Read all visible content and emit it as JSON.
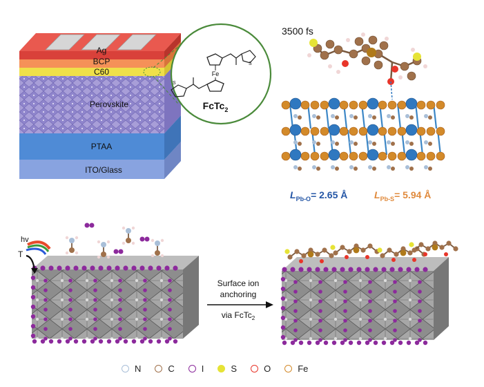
{
  "device_stack": {
    "layers": [
      "Ag",
      "BCP",
      "C60",
      "Perovskite",
      "PTAA",
      "ITO/Glass"
    ]
  },
  "molecule": {
    "name": "FcTc",
    "subscript": "2",
    "atom_label": "Fe"
  },
  "simulation": {
    "time_label": "3500 fs",
    "pbo_prefix": "L",
    "pbo_sub": "Pb-O",
    "pbo_value": "= 2.65 Å",
    "pbs_prefix": "L",
    "pbs_sub": "Pb-S",
    "pbs_value": "= 5.94 Å",
    "pbo_color": "#2456a6",
    "pbs_color": "#e08a3c"
  },
  "process": {
    "hv": "hv",
    "T": "T",
    "arrow_line1": "Surface ion",
    "arrow_line2": "anchoring",
    "arrow_line3": "via FcTc",
    "arrow_sub": "2"
  },
  "legend": [
    {
      "symbol": "N",
      "color": "#a9bfd8",
      "icon": "nitrogen-atom-icon"
    },
    {
      "symbol": "C",
      "color": "#a0714b",
      "icon": "carbon-atom-icon"
    },
    {
      "symbol": "I",
      "color": "#8c2a9c",
      "icon": "iodine-atom-icon"
    },
    {
      "symbol": "S",
      "color": "#e6e336",
      "icon": "sulfur-atom-icon"
    },
    {
      "symbol": "O",
      "color": "#e8352a",
      "icon": "oxygen-atom-icon"
    },
    {
      "symbol": "Fe",
      "color": "#d38a2a",
      "icon": "iron-atom-icon"
    }
  ]
}
